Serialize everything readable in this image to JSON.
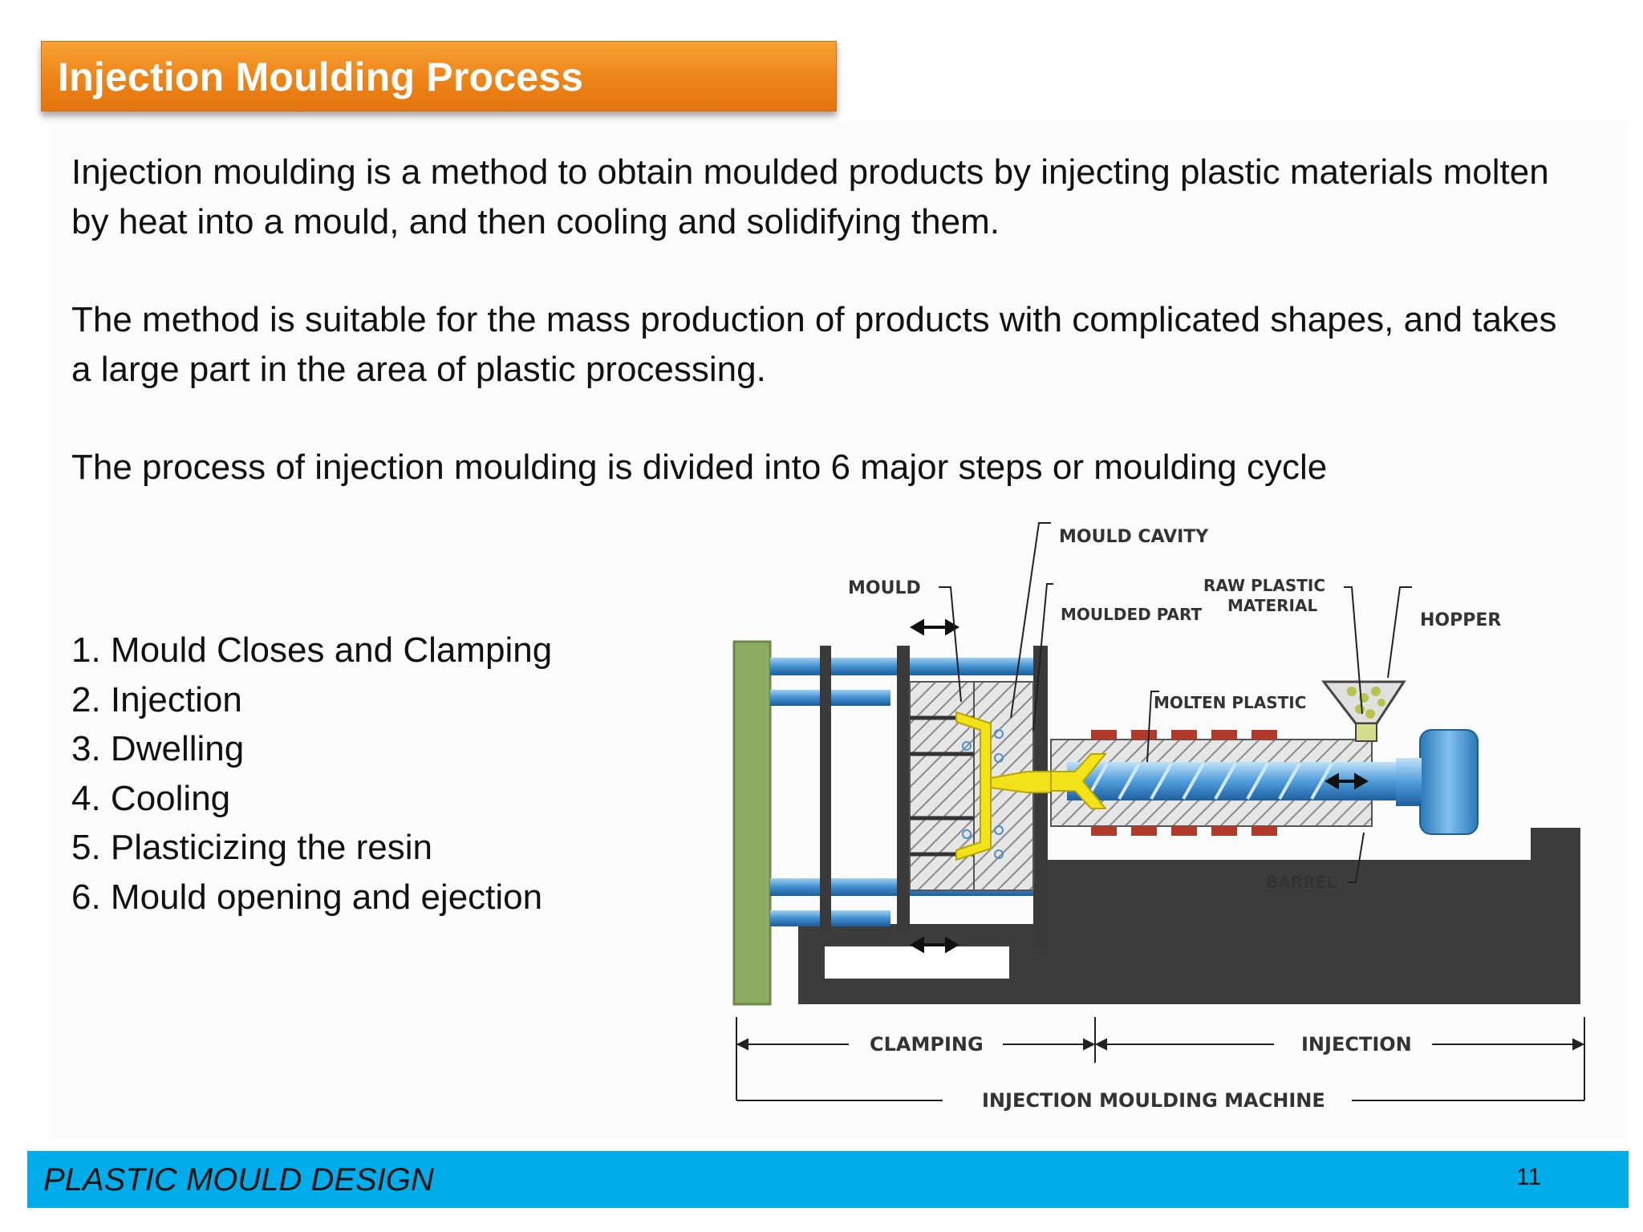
{
  "title": "Injection Moulding Process",
  "paragraphs": [
    "Injection moulding is a method to obtain moulded products by injecting plastic materials molten by heat into a mould, and then cooling and solidifying them.",
    "The method is suitable for the mass production of products with complicated shapes, and takes a large part in the area of plastic processing.",
    "The process of injection moulding is divided into 6 major steps or moulding cycle"
  ],
  "steps": [
    "1. Mould Closes and Clamping",
    "2. Injection",
    "3. Dwelling",
    "4. Cooling",
    "5. Plasticizing the resin",
    "6. Mould opening and ejection"
  ],
  "diagram": {
    "labels": {
      "mould_cavity": "MOULD CAVITY",
      "mould": "MOULD",
      "moulded_part": "MOULDED PART",
      "raw_plastic_line1": "RAW PLASTIC",
      "raw_plastic_line2": "MATERIAL",
      "hopper": "HOPPER",
      "molten_plastic": "MOLTEN PLASTIC",
      "barrel": "BARREL",
      "clamping": "CLAMPING",
      "injection": "INJECTION",
      "machine": "INJECTION MOULDING MACHINE"
    }
  },
  "footer": {
    "text": "PLASTIC MOULD DESIGN",
    "page_number": "11"
  },
  "colors": {
    "title_bar": "#ee8318",
    "footer_bar": "#00adeb",
    "machine_base": "#3d3d3d",
    "platen_green": "#8eab62",
    "tie_bar_blue": "#3f8fd0",
    "molten_yellow": "#f2e21a",
    "heater_red": "#b33a2a"
  }
}
